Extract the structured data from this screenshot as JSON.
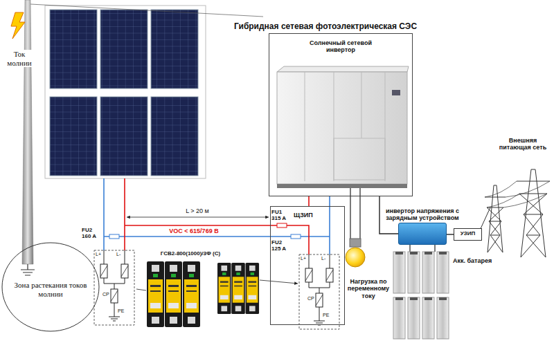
{
  "diagram": {
    "title": "Гибридная сетевая фотоэлектрическая СЭС",
    "nodes": [
      {
        "text": [
          "Солнечный сетевой инвертор"
        ]
      },
      {
        "text": [
          "ЩЗИП"
        ]
      },
      {
        "text": [
          "инвертор напряжения с зарядным устройством"
        ]
      },
      {
        "text": [
          "УЗИП"
        ]
      },
      {
        "text": [
          "Зона растекания токов молнии"
        ]
      }
    ],
    "edges": [
      {
        "from": 0,
        "to": 2,
        "arrow": "none"
      },
      {
        "from": 2,
        "to": 3,
        "arrow": "none"
      },
      {
        "from": 1,
        "to": 0,
        "arrow": "none"
      }
    ],
    "labels": [
      "Ток молнии",
      "L > 20 м",
      "VOC < 615/769 В",
      "FU2 160 A",
      "FU1 315 A",
      "FU2 125 A",
      "ГСВ2-800(1000)/3Ф (С)",
      "L+",
      "L-",
      "CP",
      "PE",
      "L+",
      "L-",
      "CP",
      "PE",
      "Нагрузка по переменному току",
      "Акк. батарея",
      "Внешняя питающая сеть"
    ]
  }
}
